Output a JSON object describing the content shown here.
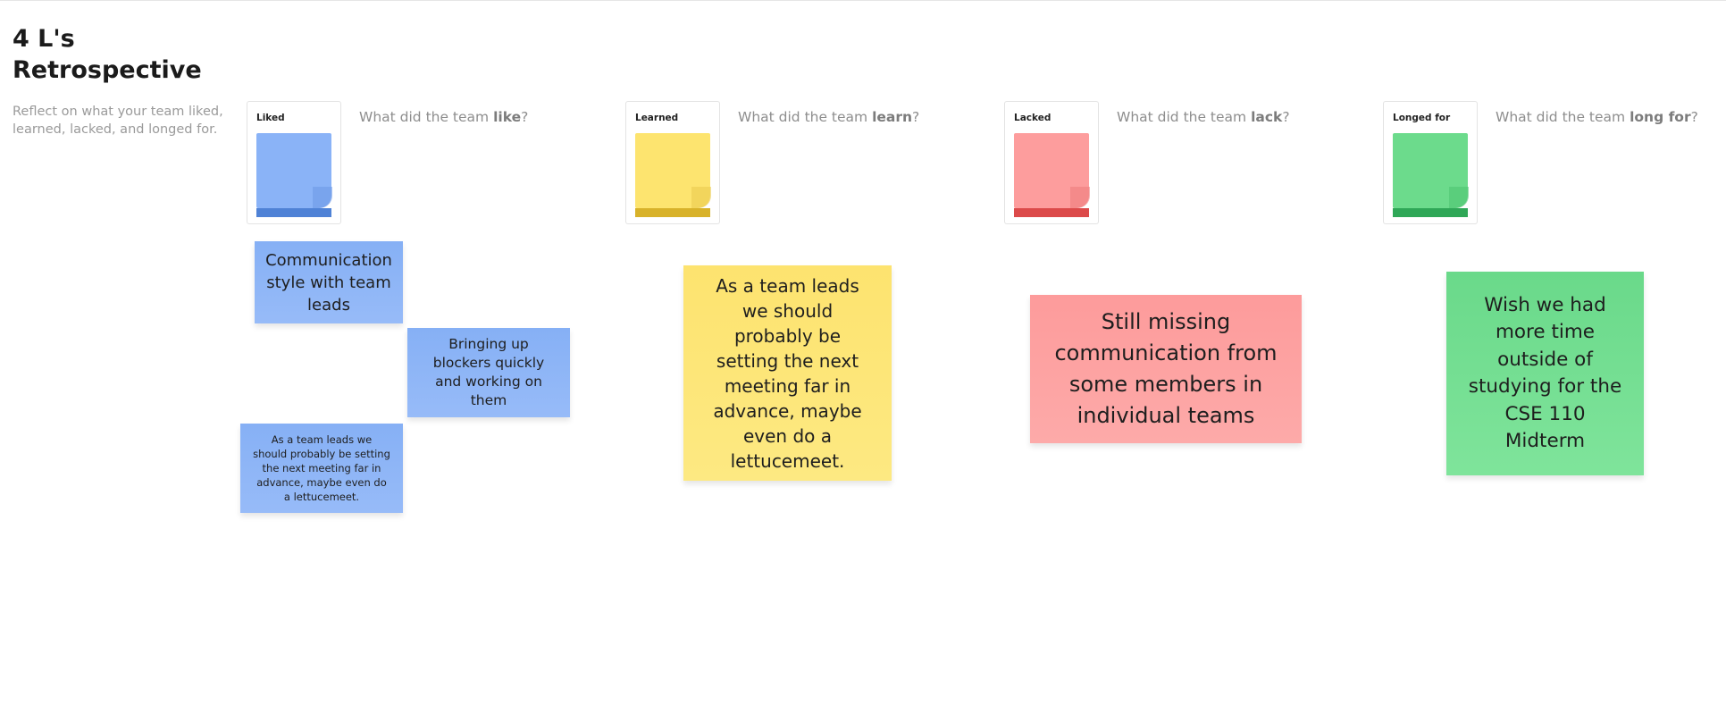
{
  "board": {
    "title": "4 L's Retrospective",
    "subtitle": "Reflect on what your team liked, learned, lacked, and longed for."
  },
  "columns": [
    {
      "label": "Liked",
      "prompt_prefix": "What did the team ",
      "prompt_bold": "like",
      "prompt_suffix": "?",
      "pad_color": "#8ab3f7",
      "pad_base_color": "#4f82d6"
    },
    {
      "label": "Learned",
      "prompt_prefix": "What did the team ",
      "prompt_bold": "learn",
      "prompt_suffix": "?",
      "pad_color": "#fde46f",
      "pad_base_color": "#d8b22a"
    },
    {
      "label": "Lacked",
      "prompt_prefix": "What did the team ",
      "prompt_bold": "lack",
      "prompt_suffix": "?",
      "pad_color": "#fd9d9d",
      "pad_base_color": "#dc4a4a"
    },
    {
      "label": "Longed for",
      "prompt_prefix": "What did the team ",
      "prompt_bold": "long for",
      "prompt_suffix": "?",
      "pad_color": "#6cdb8c",
      "pad_base_color": "#2fa757"
    }
  ],
  "notes": {
    "liked_1": "Communication style with team leads",
    "liked_2": "Bringing up blockers quickly and working on them",
    "liked_3": "As a team leads we should probably be setting the next meeting far in advance, maybe even do a lettucemeet.",
    "learned_1": "As a team leads we should probably be setting the next meeting far in advance, maybe even do a lettucemeet.",
    "lacked_1": "Still missing communication from some members in individual teams",
    "longed_1": "Wish we had more time outside of studying for the CSE 110 Midterm"
  }
}
